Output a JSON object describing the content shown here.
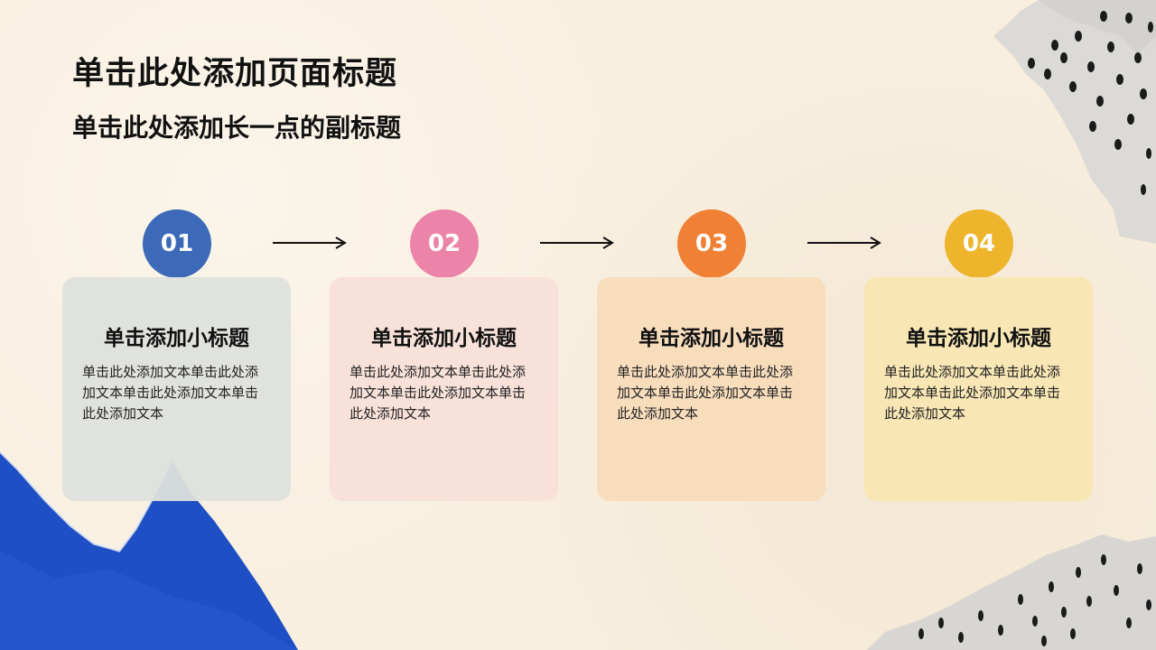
{
  "page": {
    "title": "单击此处添加页面标题",
    "subtitle": "单击此处添加长一点的副标题"
  },
  "steps": [
    {
      "number": "01",
      "title": "单击添加小标题",
      "text": "单击此处添加文本单击此处添加文本单击此处添加文本单击此处添加文本",
      "circle_color": "#3c6ab8",
      "card_color": "#dee0dc"
    },
    {
      "number": "02",
      "title": "单击添加小标题",
      "text": "单击此处添加文本单击此处添加文本单击此处添加文本单击此处添加文本",
      "circle_color": "#ec83a8",
      "card_color": "#f8dfd8"
    },
    {
      "number": "03",
      "title": "单击添加小标题",
      "text": "单击此处添加文本单击此处添加文本单击此处添加文本单击此处添加文本",
      "circle_color": "#f08034",
      "card_color": "#f8dcbc"
    },
    {
      "number": "04",
      "title": "单击添加小标题",
      "text": "单击此处添加文本单击此处添加文本单击此处添加文本单击此处添加文本",
      "circle_color": "#eeb42b",
      "card_color": "#f8e6b3"
    }
  ],
  "icons": {
    "arrow": "right-arrow-icon"
  },
  "decor": {
    "blue_paper": "#1f4fc4",
    "newsprint": "#d8d6d2"
  }
}
